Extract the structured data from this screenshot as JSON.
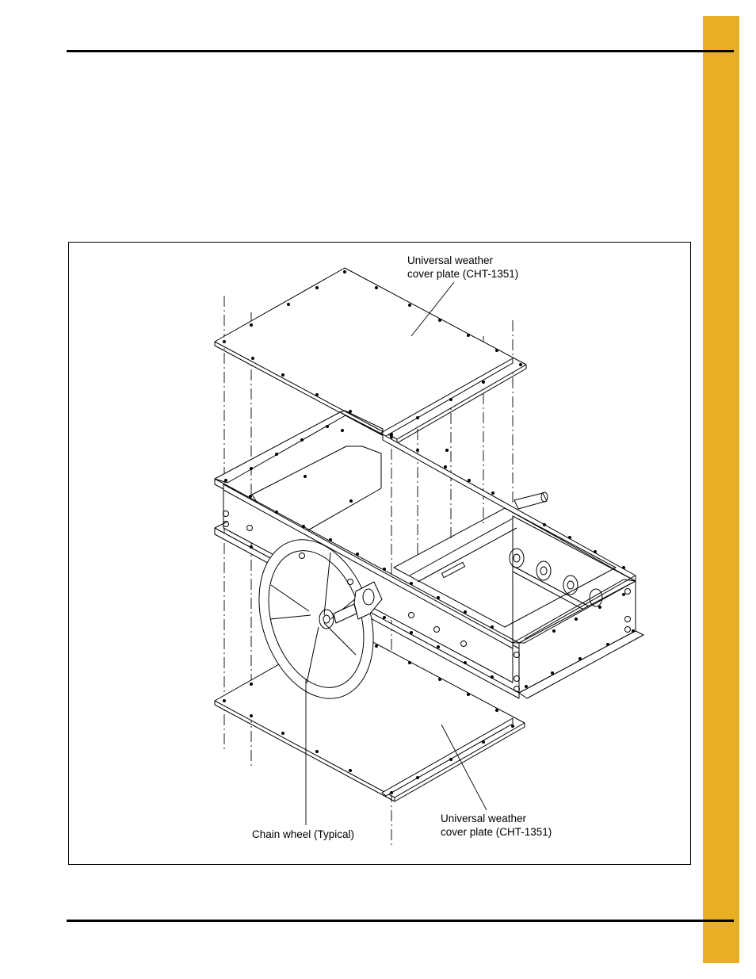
{
  "colors": {
    "side_tab": "#E8AE24",
    "rule": "#000000",
    "line_art": "#000000"
  },
  "figure": {
    "callouts": {
      "top_plate": "Universal weather\ncover plate (CHT-1351)",
      "bottom_plate": "Universal weather\ncover plate (CHT-1351)",
      "chain_wheel": "Chain wheel (Typical)"
    }
  }
}
